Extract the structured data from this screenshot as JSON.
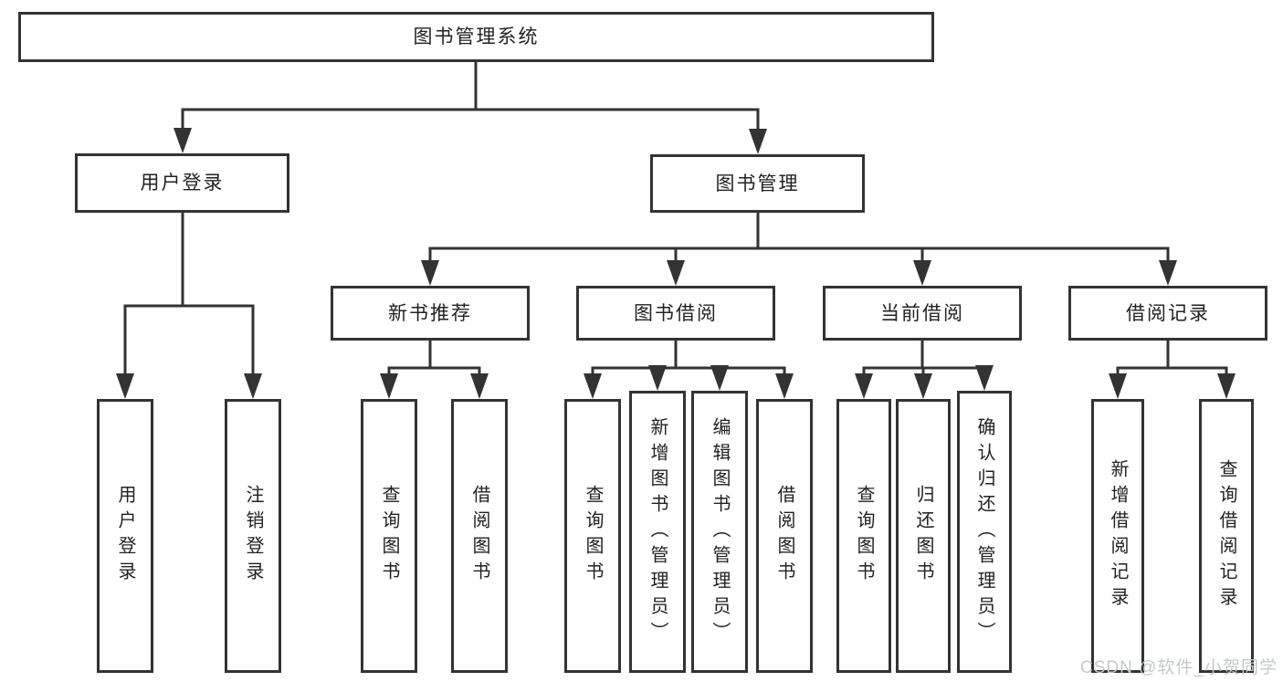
{
  "diagram": {
    "tree": {
      "label": "图书管理系统",
      "children": [
        {
          "label": "用户登录",
          "children": [
            {
              "label": "用户登录"
            },
            {
              "label": "注销登录"
            }
          ]
        },
        {
          "label": "图书管理",
          "children": [
            {
              "label": "新书推荐",
              "children": [
                {
                  "label": "查询图书"
                },
                {
                  "label": "借阅图书"
                }
              ]
            },
            {
              "label": "图书借阅",
              "children": [
                {
                  "label": "查询图书"
                },
                {
                  "label": "新增图书（管理员）"
                },
                {
                  "label": "编辑图书（管理员）"
                },
                {
                  "label": "借阅图书"
                }
              ]
            },
            {
              "label": "当前借阅",
              "children": [
                {
                  "label": "查询图书"
                },
                {
                  "label": "归还图书"
                },
                {
                  "label": "确认归还（管理员）"
                }
              ]
            },
            {
              "label": "借阅记录",
              "children": [
                {
                  "label": "新增借阅记录"
                },
                {
                  "label": "查询借阅记录"
                }
              ]
            }
          ]
        }
      ]
    },
    "watermark": "CSDN @软件_小贺同学",
    "colors": {
      "line": "#333333",
      "box_border": "#333333",
      "text": "#222222",
      "background": "#ffffff",
      "watermark": "#c5c9cc"
    }
  }
}
